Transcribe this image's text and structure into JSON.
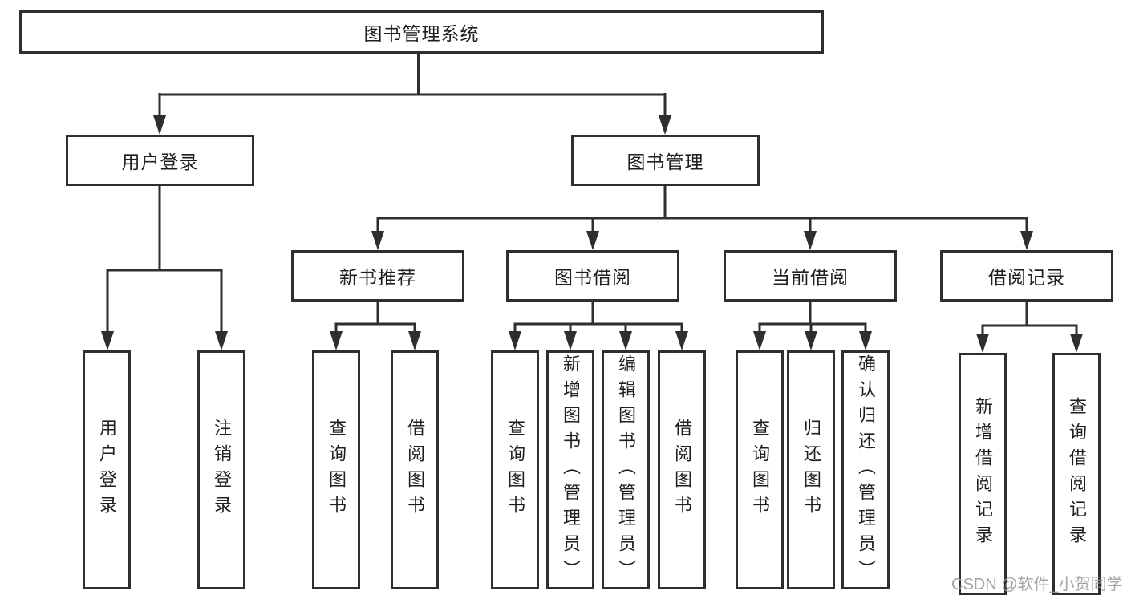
{
  "colors": {
    "line": "#2e2e2e",
    "text": "#1f1f1f",
    "background": "#ffffff",
    "watermark": "#94979c"
  },
  "watermark": {
    "text": "CSDN @软件_小贺同学"
  },
  "tree": {
    "root": {
      "label": "图书管理系统",
      "children": [
        {
          "label": "用户登录",
          "children": [
            {
              "label": "用户登录"
            },
            {
              "label": "注销登录"
            }
          ]
        },
        {
          "label": "图书管理",
          "children": [
            {
              "label": "新书推荐",
              "children": [
                {
                  "label": "查询图书"
                },
                {
                  "label": "借阅图书"
                }
              ]
            },
            {
              "label": "图书借阅",
              "children": [
                {
                  "label": "查询图书"
                },
                {
                  "label": "新增图书（管理员）"
                },
                {
                  "label": "编辑图书（管理员）"
                },
                {
                  "label": "借阅图书"
                }
              ]
            },
            {
              "label": "当前借阅",
              "children": [
                {
                  "label": "查询图书"
                },
                {
                  "label": "归还图书"
                },
                {
                  "label": "确认归还（管理员）"
                }
              ]
            },
            {
              "label": "借阅记录",
              "children": [
                {
                  "label": "新增借阅记录"
                },
                {
                  "label": "查询借阅记录"
                }
              ]
            }
          ]
        }
      ]
    }
  }
}
